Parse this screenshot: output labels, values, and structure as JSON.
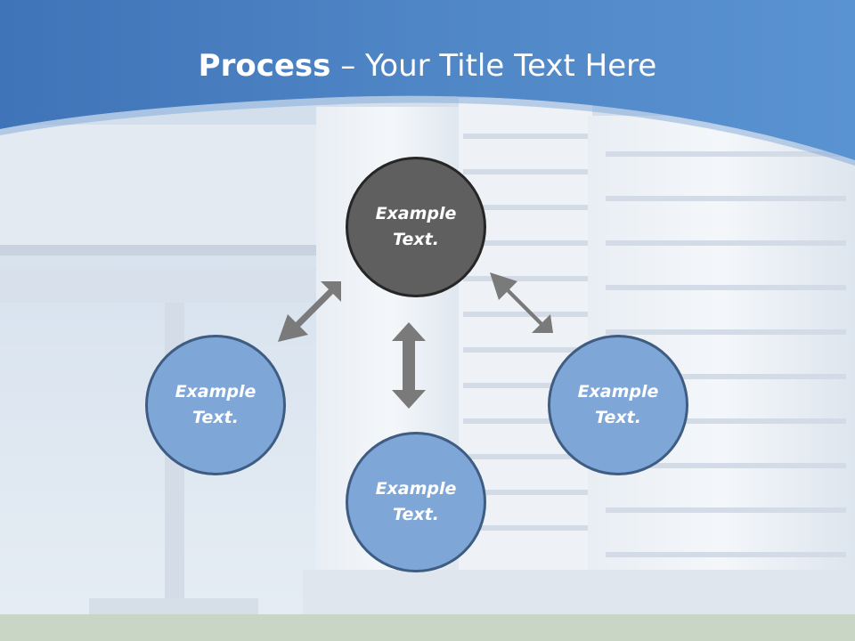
{
  "title": {
    "bold": "Process",
    "dash": " – ",
    "rest": "Your Title Text Here"
  },
  "nodes": {
    "top": "Example Text.",
    "left": "Example Text.",
    "right": "Example Text.",
    "bottom": "Example Text."
  },
  "colors": {
    "header_blue": "#4f86c6",
    "node_blue": "#7ea6d7",
    "node_dark": "#5f5f5f",
    "arrow_gray": "#7a7a7a"
  }
}
